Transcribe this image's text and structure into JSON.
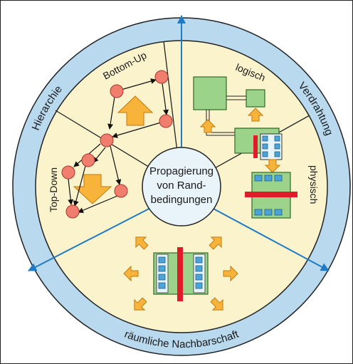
{
  "ring": {
    "hierarchie": "Hierarchie",
    "verdrahtung": "Verdrahtung",
    "nachbarschaft": "räumliche Nachbarschaft"
  },
  "sectors": {
    "bottom_up": "Bottom-Up",
    "top_down": "Top-Down",
    "logisch": "logisch",
    "physisch": "physisch"
  },
  "center": {
    "line1": "Propagierung",
    "line2": "von Rand-",
    "line3": "bedingungen"
  },
  "colors": {
    "ring": "#b9d9ee",
    "inner": "#fbf3cc",
    "arrow_blue": "#1f7bc4",
    "node": "#f07e6e",
    "orange": "#f8b33a",
    "green": "#9cd38a",
    "red": "#e21b2a",
    "chip_blue": "#4ba3d8"
  }
}
